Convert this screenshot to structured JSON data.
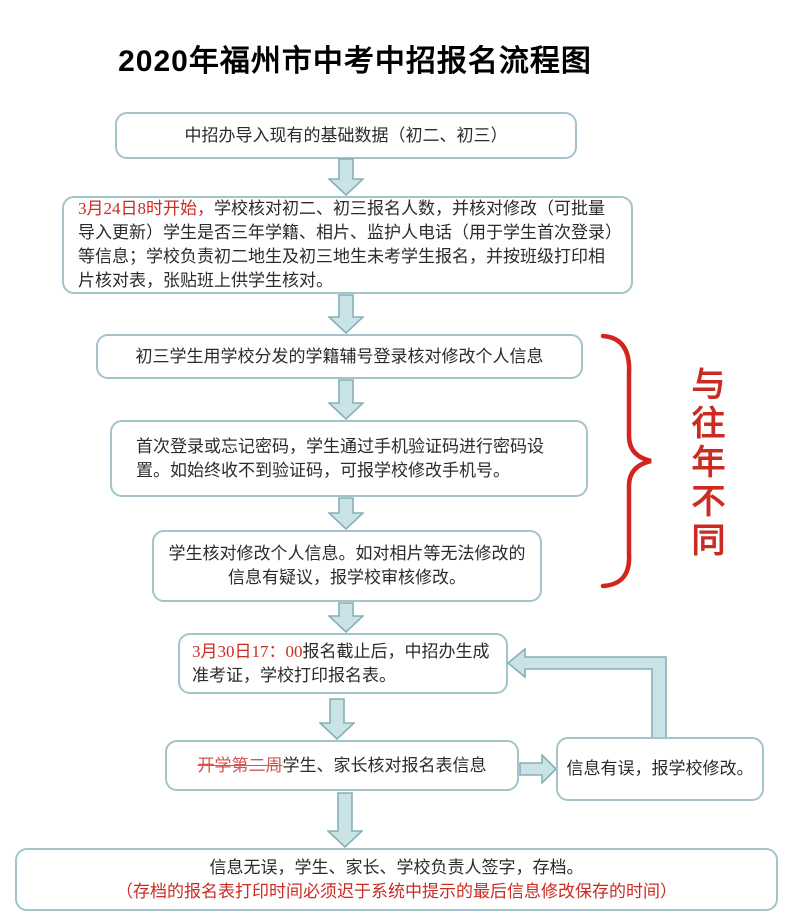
{
  "page": {
    "title": "2020年福州市中考中招报名流程图",
    "colors": {
      "accent_red": "#cc2b24",
      "box_border": "#a3c4c9",
      "arrow_fill": "#c9e3e7",
      "arrow_stroke": "#86b0b6"
    }
  },
  "flow": {
    "box_import": {
      "text": "中招办导入现有的基础数据（初二、初三）"
    },
    "box_school_check": {
      "red": "3月24日8时开始，",
      "rest": "学校核对初二、初三报名人数，并核对修改（可批量导入更新）学生是否三年学籍、相片、监护人电话（用于学生首次登录）等信息；学校负责初二地生及初三地生未考学生报名，并按班级打印相片核对表，张贴班上供学生核对。"
    },
    "box_student_login": {
      "text": "初三学生用学校分发的学籍辅号登录核对修改个人信息"
    },
    "box_password": {
      "text": "首次登录或忘记密码，学生通过手机验证码进行密码设置。如始终收不到验证码，可报学校修改手机号。"
    },
    "box_verify_info": {
      "text": "学生核对修改个人信息。如对相片等无法修改的信息有疑议，报学校审核修改。"
    },
    "box_deadline": {
      "red": "3月30日17：00",
      "rest": "报名截止后，中招办生成准考证，学校打印报名表。"
    },
    "box_family_check": {
      "red_strike": "开学第二周",
      "rest": "学生、家长核对报名表信息"
    },
    "box_error": {
      "text": "信息有误，报学校修改。"
    },
    "box_final": {
      "line1": "信息无误，学生、家长、学校负责人签字，存档。",
      "line2": "（存档的报名表打印时间必须迟于系统中提示的最后信息修改保存的时间）"
    },
    "side_label": {
      "text": "与往年不同"
    }
  }
}
